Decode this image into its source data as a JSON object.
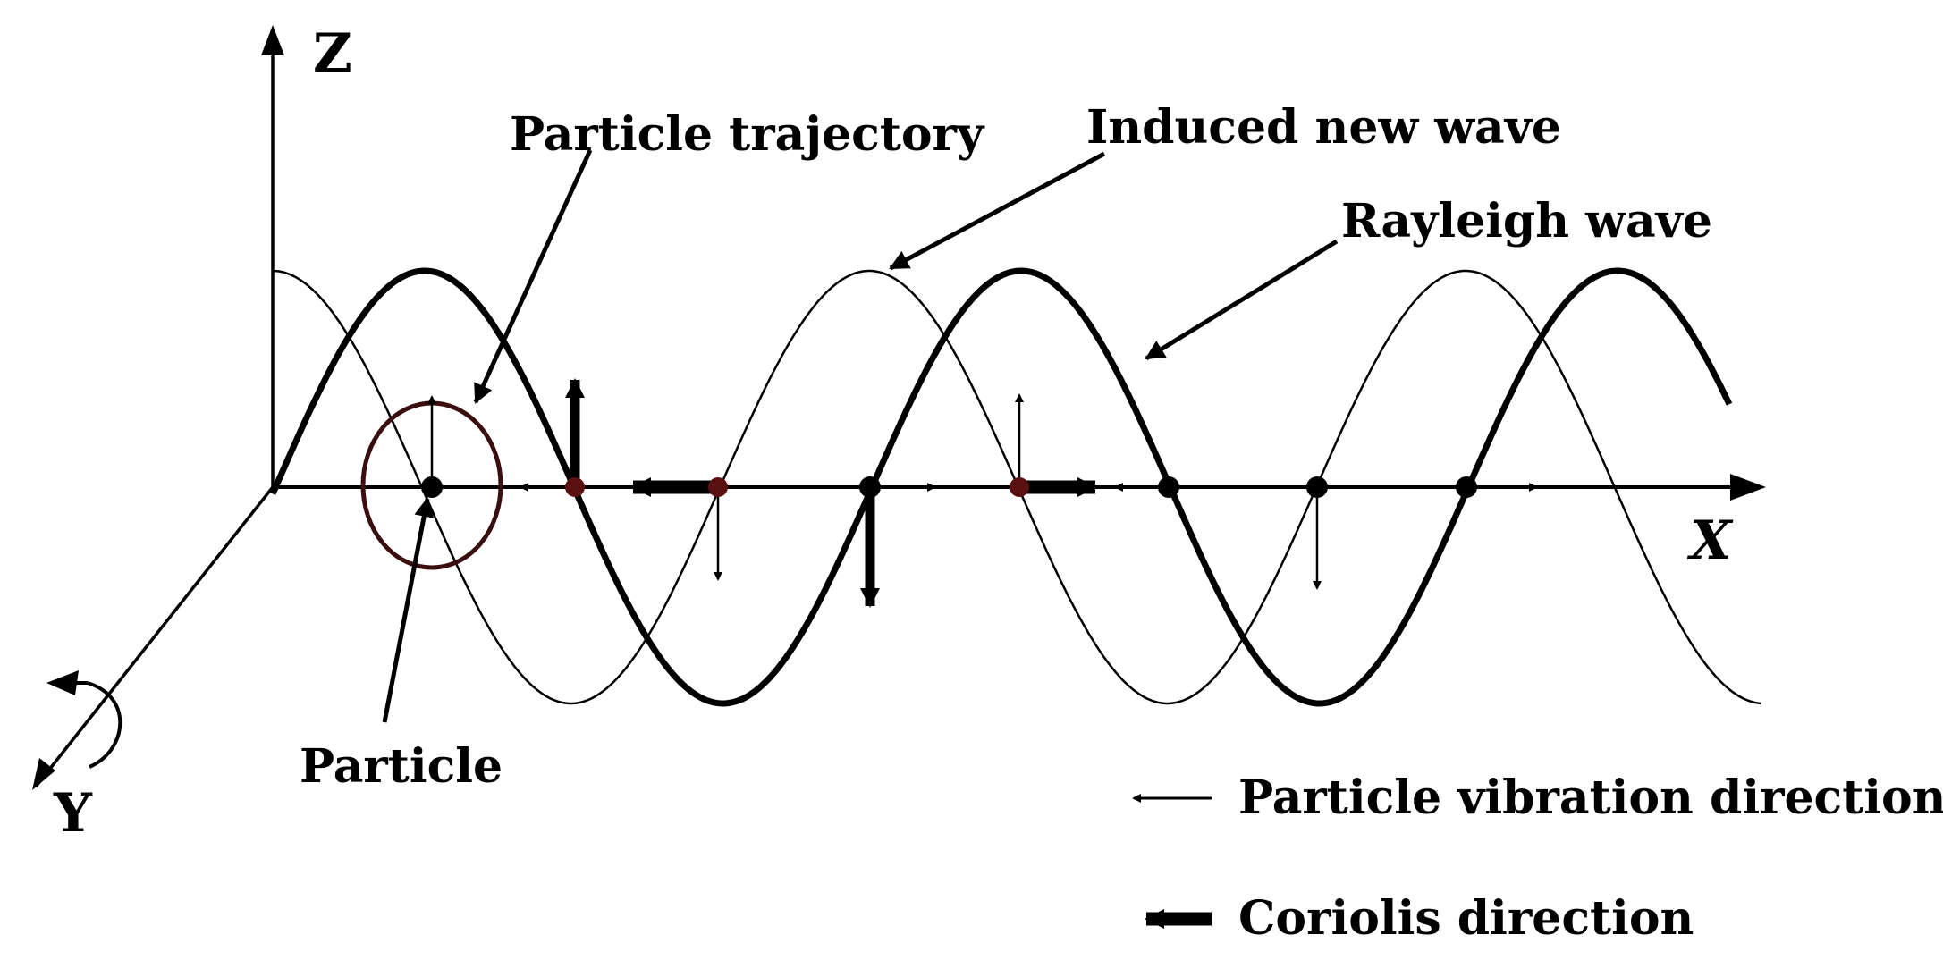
{
  "axes": {
    "z": "Z",
    "x": "X",
    "y": "Y"
  },
  "labels": {
    "particle_trajectory": "Particle trajectory",
    "induced_new_wave": "Induced new wave",
    "rayleigh_wave": "Rayleigh wave",
    "particle": "Particle"
  },
  "legend": {
    "vibration": "Particle vibration direction",
    "coriolis": "Coriolis  direction"
  },
  "colors": {
    "ink": "#000000",
    "node_dark": "#5a1010"
  }
}
